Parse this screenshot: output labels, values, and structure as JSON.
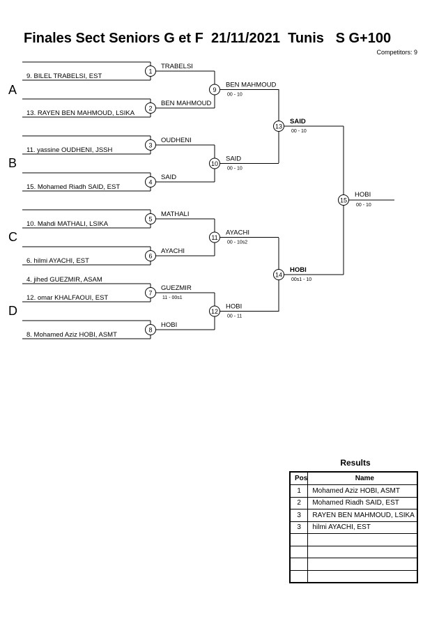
{
  "header": {
    "title": "Finales Sect Seniors G et F  21/11/2021  Tunis   S G+100",
    "competitors": "Competitors: 9"
  },
  "pools": [
    "A",
    "B",
    "C",
    "D"
  ],
  "round1": [
    {
      "num": "1",
      "top": "",
      "bottom": "9. BILEL TRABELSI, EST",
      "winner": "TRABELSI",
      "score": ""
    },
    {
      "num": "2",
      "top": "",
      "bottom": "13. RAYEN BEN MAHMOUD, LSIKA",
      "winner": "BEN MAHMOUD",
      "score": ""
    },
    {
      "num": "3",
      "top": "",
      "bottom": "11. yassine OUDHENI, JSSH",
      "winner": "OUDHENI",
      "score": ""
    },
    {
      "num": "4",
      "top": "",
      "bottom": "15. Mohamed Riadh SAID, EST",
      "winner": "SAID",
      "score": ""
    },
    {
      "num": "5",
      "top": "",
      "bottom": "10. Mahdi MATHALI, LSIKA",
      "winner": "MATHALI",
      "score": ""
    },
    {
      "num": "6",
      "top": "",
      "bottom": "6. hilmi AYACHI, EST",
      "winner": "AYACHI",
      "score": ""
    },
    {
      "num": "7",
      "top": "4. jihed GUEZMIR, ASAM",
      "bottom": "12. omar KHALFAOUI, EST",
      "winner": "GUEZMIR",
      "score": "11 - 00s1"
    },
    {
      "num": "8",
      "top": "",
      "bottom": "8. Mohamed Aziz HOBI, ASMT",
      "winner": "HOBI",
      "score": ""
    }
  ],
  "round2": [
    {
      "num": "9",
      "winner": "BEN MAHMOUD",
      "score": "00 - 10"
    },
    {
      "num": "10",
      "winner": "SAID",
      "score": "00 - 10"
    },
    {
      "num": "11",
      "winner": "AYACHI",
      "score": "00 - 10s2"
    },
    {
      "num": "12",
      "winner": "HOBI",
      "score": "00 - 11"
    }
  ],
  "round3": [
    {
      "num": "13",
      "winner": "SAID",
      "score": "00 - 10"
    },
    {
      "num": "14",
      "winner": "HOBI",
      "score": "00s1 - 10"
    }
  ],
  "final": {
    "num": "15",
    "winner": "HOBI",
    "score": "00 - 10"
  },
  "results": {
    "title": "Results",
    "headers": {
      "pos": "Pos",
      "name": "Name"
    },
    "rows": [
      {
        "pos": "1",
        "name": "Mohamed Aziz HOBI, ASMT"
      },
      {
        "pos": "2",
        "name": "Mohamed Riadh SAID, EST"
      },
      {
        "pos": "3",
        "name": "RAYEN BEN MAHMOUD, LSIKA"
      },
      {
        "pos": "3",
        "name": "hilmi AYACHI, EST"
      },
      {
        "pos": "",
        "name": ""
      },
      {
        "pos": "",
        "name": ""
      },
      {
        "pos": "",
        "name": ""
      },
      {
        "pos": "",
        "name": ""
      }
    ]
  }
}
